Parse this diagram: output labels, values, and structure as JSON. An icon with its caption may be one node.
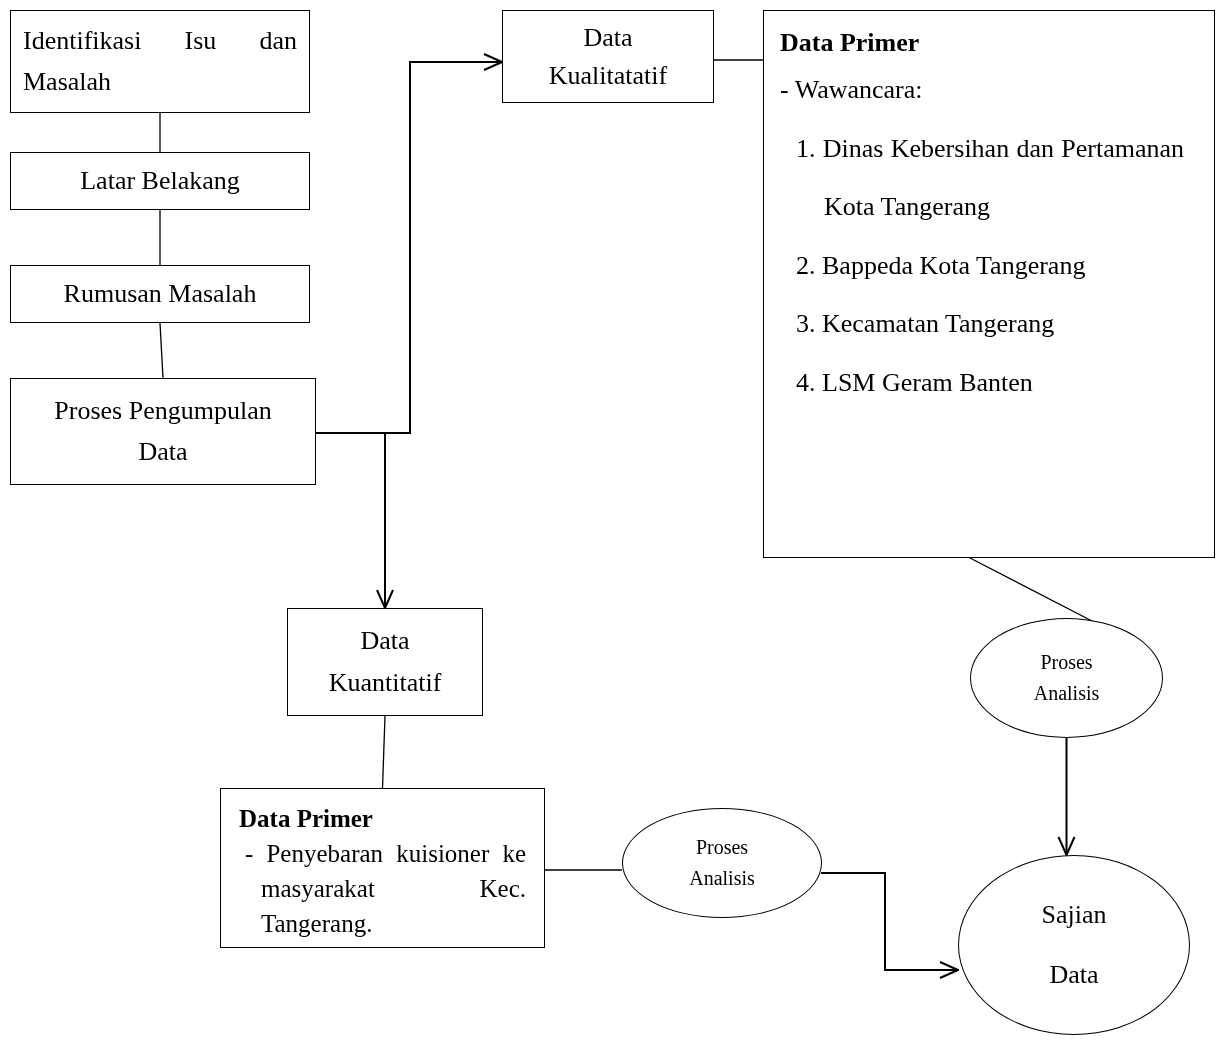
{
  "diagram": {
    "nodes": [
      {
        "text": [
          "Identifikasi Isu dan Masalah"
        ]
      },
      {
        "text": [
          "Latar Belakang"
        ]
      },
      {
        "text": [
          "Rumusan Masalah"
        ]
      },
      {
        "text": [
          "Proses Pengumpulan Data"
        ]
      },
      {
        "text": [
          "Data Kualitatatif"
        ]
      },
      {
        "text": [
          "Data Primer",
          "- Wawancara:",
          "1. Dinas Kebersihan dan Pertamanan Kota Tangerang",
          "2. Bappeda Kota Tangerang",
          "3. Kecamatan Tangerang",
          "4. LSM Geram Banten"
        ]
      },
      {
        "text": [
          "Data Kuantitatif"
        ]
      },
      {
        "text": [
          "Data Primer",
          "- Penyebaran kuisioner ke masyarakat Kec. Tangerang."
        ]
      },
      {
        "text": [
          "Proses Analisis"
        ]
      },
      {
        "text": [
          "Proses Analisis"
        ]
      },
      {
        "text": [
          "Sajian Data"
        ]
      }
    ],
    "edges": [
      {
        "from": 0,
        "to": 1,
        "arrow": "none"
      },
      {
        "from": 1,
        "to": 2,
        "arrow": "none"
      },
      {
        "from": 2,
        "to": 3,
        "arrow": "none"
      },
      {
        "from": 3,
        "to": 4,
        "arrow": "to"
      },
      {
        "from": 3,
        "to": 6,
        "arrow": "to"
      },
      {
        "from": 4,
        "to": 5,
        "arrow": "none"
      },
      {
        "from": 5,
        "to": 8,
        "arrow": "none"
      },
      {
        "from": 8,
        "to": 10,
        "arrow": "to"
      },
      {
        "from": 6,
        "to": 7,
        "arrow": "none"
      },
      {
        "from": 7,
        "to": 9,
        "arrow": "none"
      },
      {
        "from": 9,
        "to": 10,
        "arrow": "to"
      }
    ]
  }
}
